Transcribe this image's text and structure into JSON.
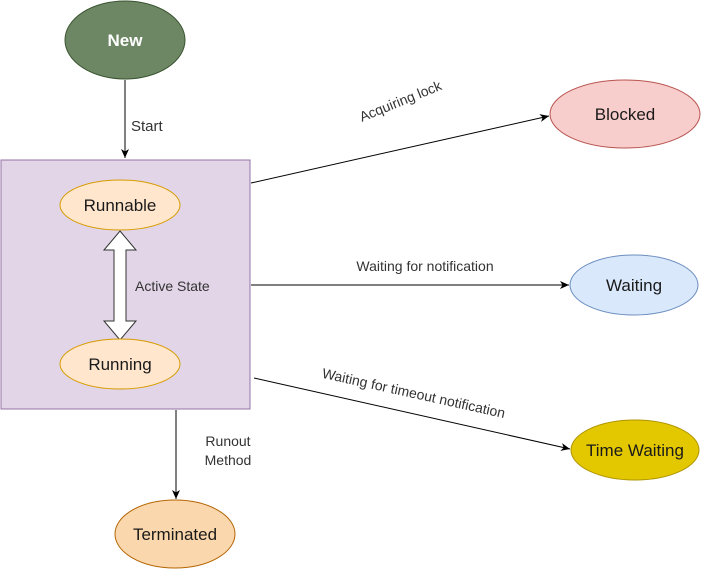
{
  "diagram": {
    "type": "state-diagram",
    "nodes": {
      "new": {
        "label": "New",
        "fill": "#6d8764",
        "stroke": "#3a5431"
      },
      "runnable": {
        "label": "Runnable",
        "fill": "#ffe6cc",
        "stroke": "#d79b00"
      },
      "running": {
        "label": "Running",
        "fill": "#ffe6cc",
        "stroke": "#d79b00"
      },
      "blocked": {
        "label": "Blocked",
        "fill": "#f8cecc",
        "stroke": "#b85450"
      },
      "waiting": {
        "label": "Waiting",
        "fill": "#dae8fc",
        "stroke": "#6c8ebf"
      },
      "time_waiting": {
        "label": "Time Waiting",
        "fill": "#e3c800",
        "stroke": "#b09500"
      },
      "terminated": {
        "label": "Terminated",
        "fill": "#fad7ac",
        "stroke": "#b46504"
      }
    },
    "container": {
      "name": "Active State",
      "fill": "#e1d5e7",
      "stroke": "#9673a6"
    },
    "edges": {
      "start": {
        "from": "New",
        "to": "Active State",
        "label": "Start"
      },
      "active": {
        "from": "Runnable",
        "to": "Running",
        "label": "Active State",
        "bidirectional": true
      },
      "acquiring_lock": {
        "from": "Active State",
        "to": "Blocked",
        "label": "Acquiring lock"
      },
      "waiting_notification": {
        "from": "Active State",
        "to": "Waiting",
        "label": "Waiting for notification"
      },
      "timeout_notification": {
        "from": "Active State",
        "to": "Time Waiting",
        "label": "Waiting for timeout notification"
      },
      "runout": {
        "from": "Active State",
        "to": "Terminated",
        "label_line1": "Runout",
        "label_line2": "Method"
      }
    }
  }
}
